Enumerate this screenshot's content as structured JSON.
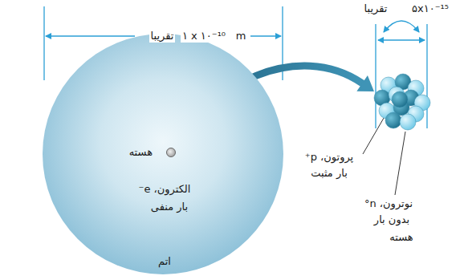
{
  "diagram": {
    "nodes": [
      {
        "text": [
          "الکترون، e⁻",
          "بار منفی",
          "اتم"
        ]
      },
      {
        "text": [
          "هسته"
        ],
        "in": 0
      },
      {
        "text": [
          "هسته"
        ]
      }
    ],
    "edges": [
      {
        "from": 1,
        "to": 2,
        "arrow": "to"
      }
    ],
    "labels": [
      "تقریبا",
      "۱ x ۱۰⁻¹⁰",
      "m",
      "تقریبا",
      "۵x۱۰⁻¹⁵",
      "پروتون، p⁺",
      "بار مثبت",
      "نوترون، n°",
      "بدون بار"
    ]
  }
}
